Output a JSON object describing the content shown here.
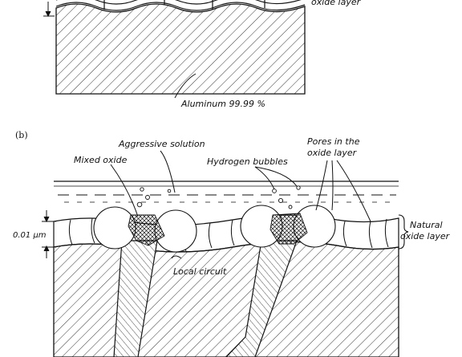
{
  "panel_a": {
    "label_oxide": "oxide layer",
    "label_metal": "Aluminum 99.99 %"
  },
  "panel_b": {
    "letter": "(b)",
    "label_solution": "Aggressive solution",
    "label_mixed": "Mixed oxide",
    "label_hydrogen": "Hydrogen bubbles",
    "label_pores_1": "Pores in the",
    "label_pores_2": "oxide layer",
    "label_thickness": "0.01 µm",
    "label_natural_1": "Natural",
    "label_natural_2": "oxide layer",
    "label_circuit": "Local circuit"
  },
  "colors": {
    "ink": "#111111",
    "paper": "#ffffff"
  }
}
